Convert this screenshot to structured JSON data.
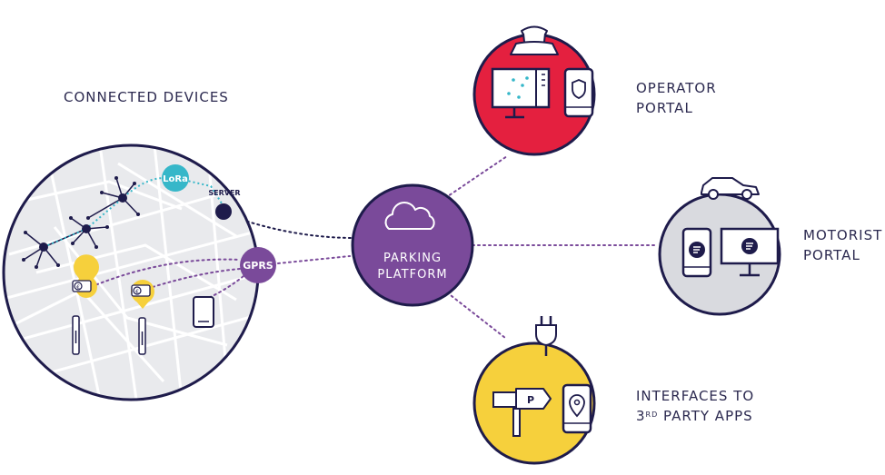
{
  "connected_devices": {
    "title": "CONNECTED DEVICES",
    "lora_label": "LoRa",
    "server_label": "SERVER",
    "gprs_label": "GPRS"
  },
  "platform": {
    "line1": "PARKING",
    "line2": "PLATFORM"
  },
  "operator_portal": {
    "line1": "OPERATOR",
    "line2": "PORTAL"
  },
  "motorist_portal": {
    "line1": "MOTORIST",
    "line2": "PORTAL"
  },
  "third_party": {
    "line1": "INTERFACES TO",
    "line2_prefix": "3",
    "line2_sup": "RD",
    "line2_suffix": " PARTY APPS",
    "signpost_letter": "P"
  },
  "colors": {
    "navy": "#1e1b4b",
    "purple": "#7a4a9a",
    "red": "#e4203f",
    "gray": "#d9dadf",
    "yellow": "#f6d03c",
    "teal": "#36b7c9",
    "map_bg": "#e9eaed"
  }
}
